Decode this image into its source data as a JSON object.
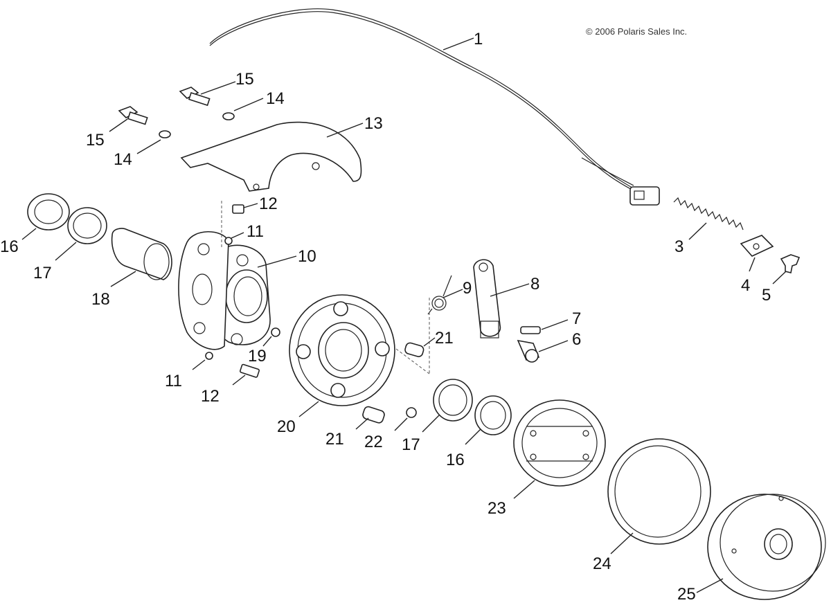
{
  "copyright": "© 2006 Polaris Sales Inc.",
  "callouts": [
    {
      "id": "c1",
      "text": "1"
    },
    {
      "id": "c3",
      "text": "3"
    },
    {
      "id": "c4",
      "text": "4"
    },
    {
      "id": "c5",
      "text": "5"
    },
    {
      "id": "c6",
      "text": "6"
    },
    {
      "id": "c7",
      "text": "7"
    },
    {
      "id": "c8",
      "text": "8"
    },
    {
      "id": "c9",
      "text": "9"
    },
    {
      "id": "c10",
      "text": "10"
    },
    {
      "id": "c11a",
      "text": "11"
    },
    {
      "id": "c11b",
      "text": "11"
    },
    {
      "id": "c12a",
      "text": "12"
    },
    {
      "id": "c12b",
      "text": "12"
    },
    {
      "id": "c13",
      "text": "13"
    },
    {
      "id": "c14a",
      "text": "14"
    },
    {
      "id": "c14b",
      "text": "14"
    },
    {
      "id": "c15a",
      "text": "15"
    },
    {
      "id": "c15b",
      "text": "15"
    },
    {
      "id": "c16a",
      "text": "16"
    },
    {
      "id": "c16b",
      "text": "16"
    },
    {
      "id": "c17a",
      "text": "17"
    },
    {
      "id": "c17b",
      "text": "17"
    },
    {
      "id": "c18",
      "text": "18"
    },
    {
      "id": "c19",
      "text": "19"
    },
    {
      "id": "c20",
      "text": "20"
    },
    {
      "id": "c21a",
      "text": "21"
    },
    {
      "id": "c21b",
      "text": "21"
    },
    {
      "id": "c22",
      "text": "22"
    },
    {
      "id": "c23",
      "text": "23"
    },
    {
      "id": "c24",
      "text": "24"
    },
    {
      "id": "c25",
      "text": "25"
    }
  ]
}
